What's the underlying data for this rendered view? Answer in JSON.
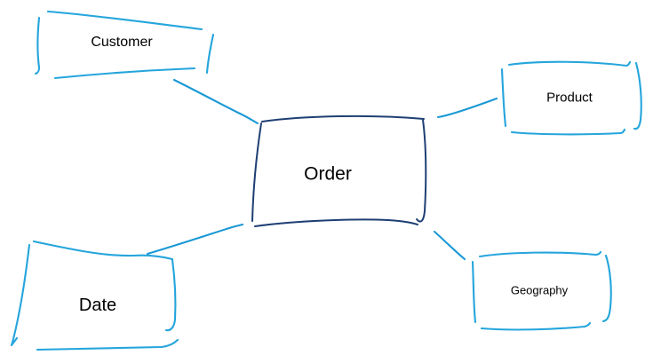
{
  "diagram": {
    "kind": "hand-drawn star schema",
    "center_node": {
      "id": "order",
      "label": "Order"
    },
    "dimension_nodes": [
      {
        "id": "customer",
        "label": "Customer"
      },
      {
        "id": "product",
        "label": "Product"
      },
      {
        "id": "date",
        "label": "Date"
      },
      {
        "id": "geography",
        "label": "Geography"
      }
    ],
    "edges": [
      {
        "from": "customer",
        "to": "order"
      },
      {
        "from": "order",
        "to": "product"
      },
      {
        "from": "date",
        "to": "order"
      },
      {
        "from": "order",
        "to": "geography"
      }
    ],
    "colors": {
      "dimension_stroke": "#25A5DC",
      "edge_stroke": "#1B99D5",
      "center_stroke": "#1E3F74",
      "label_text": "#000000",
      "background": "#FFFFFF"
    }
  }
}
